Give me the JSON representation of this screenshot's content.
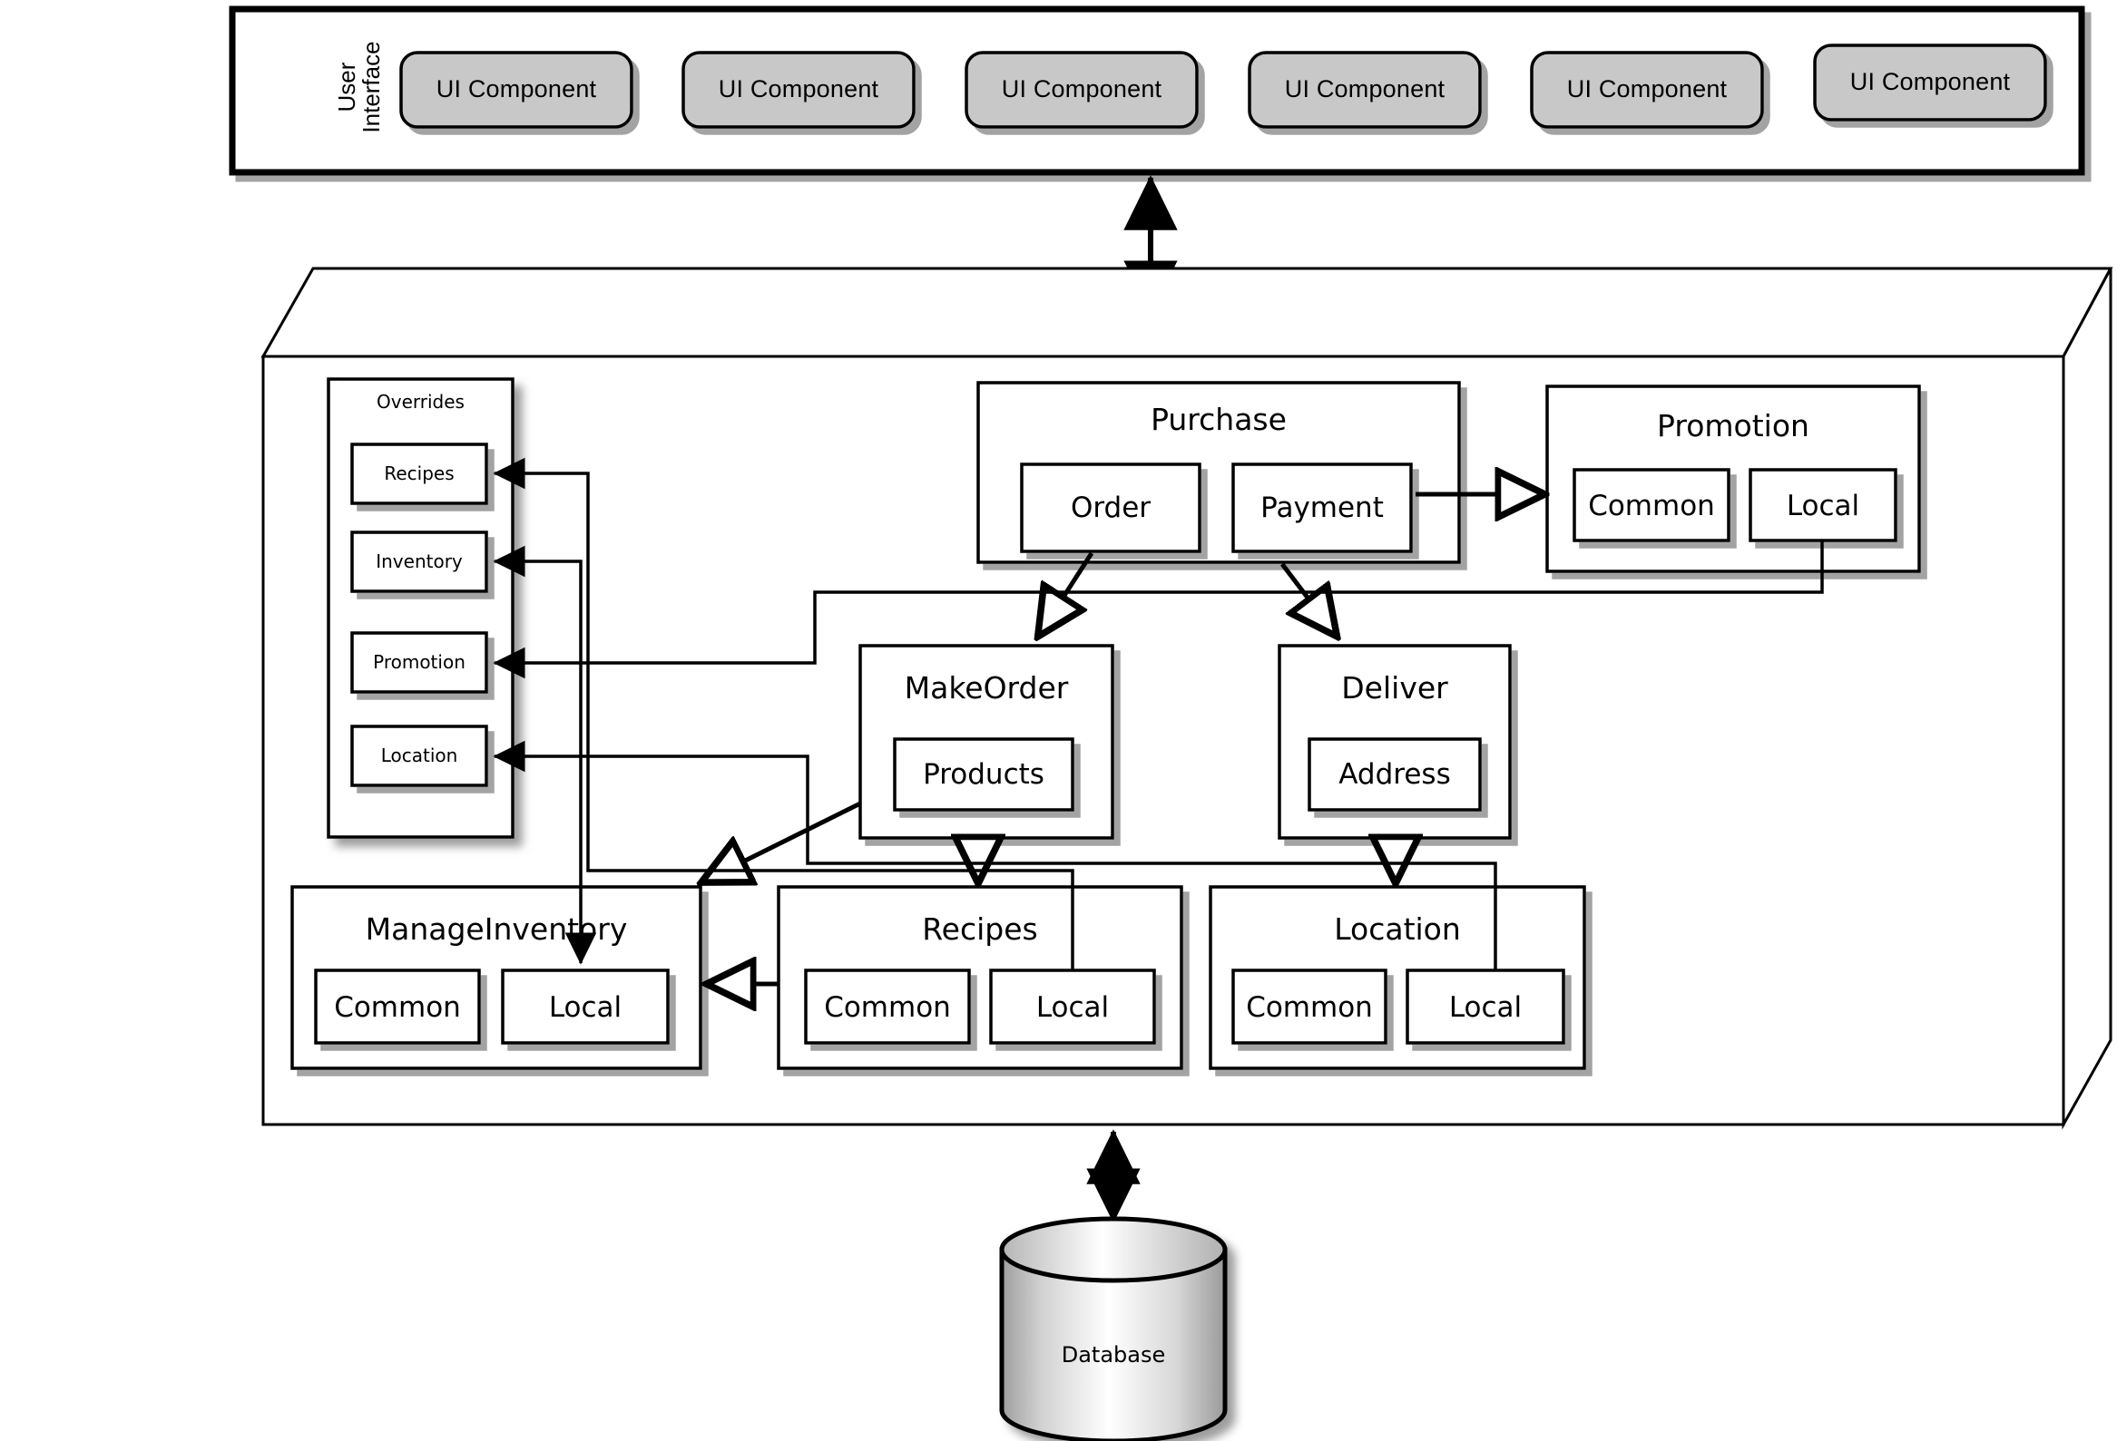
{
  "diagram": {
    "title": "Layered application architecture diagram",
    "colors": {
      "stroke": "#000000",
      "ui_component_fill": "#c8c8c8",
      "box_fill": "#ffffff",
      "shadow": "#b3b3b3",
      "background": "#ffffff"
    }
  },
  "ui_layer": {
    "side_label_line1": "User",
    "side_label_line2": "Interface",
    "components": [
      {
        "label": "UI Component"
      },
      {
        "label": "UI Component"
      },
      {
        "label": "UI Component"
      },
      {
        "label": "UI Component"
      },
      {
        "label": "UI Component"
      },
      {
        "label": "UI Component"
      }
    ]
  },
  "application_layer": {
    "overrides": {
      "title": "Overrides",
      "items": [
        {
          "label": "Recipes"
        },
        {
          "label": "Inventory"
        },
        {
          "label": "Promotion"
        },
        {
          "label": "Location"
        }
      ]
    },
    "groups": [
      {
        "key": "purchase",
        "title": "Purchase",
        "children": [
          {
            "label": "Order"
          },
          {
            "label": "Payment"
          }
        ]
      },
      {
        "key": "promotion",
        "title": "Promotion",
        "children": [
          {
            "label": "Common"
          },
          {
            "label": "Local"
          }
        ]
      },
      {
        "key": "makeorder",
        "title": "MakeOrder",
        "children": [
          {
            "label": "Products"
          }
        ]
      },
      {
        "key": "deliver",
        "title": "Deliver",
        "children": [
          {
            "label": "Address"
          }
        ]
      },
      {
        "key": "manageinventory",
        "title": "ManageInventory",
        "children": [
          {
            "label": "Common"
          },
          {
            "label": "Local"
          }
        ]
      },
      {
        "key": "recipes",
        "title": "Recipes",
        "children": [
          {
            "label": "Common"
          },
          {
            "label": "Local"
          }
        ]
      },
      {
        "key": "location",
        "title": "Location",
        "children": [
          {
            "label": "Common"
          },
          {
            "label": "Local"
          }
        ]
      }
    ]
  },
  "data_layer": {
    "database_label": "Database"
  }
}
